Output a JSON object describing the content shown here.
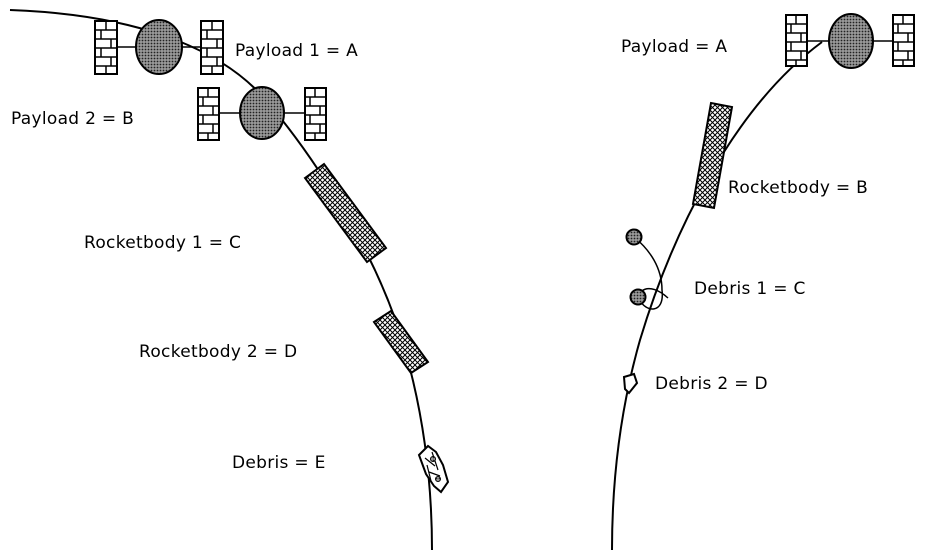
{
  "colors": {
    "ink": "#000000",
    "body_fill": "#707070",
    "hatch": "#000000",
    "background": "#ffffff"
  },
  "left_diagram": {
    "labels": {
      "payload1": "Payload 1 = A",
      "payload2": "Payload 2 = B",
      "rocketbody1": "Rocketbody 1 = C",
      "rocketbody2": "Rocketbody 2 = D",
      "debris": "Debris = E"
    }
  },
  "right_diagram": {
    "labels": {
      "payload": "Payload = A",
      "rocketbody": "Rocketbody = B",
      "debris1": "Debris 1 = C",
      "debris2": "Debris 2 = D"
    }
  }
}
